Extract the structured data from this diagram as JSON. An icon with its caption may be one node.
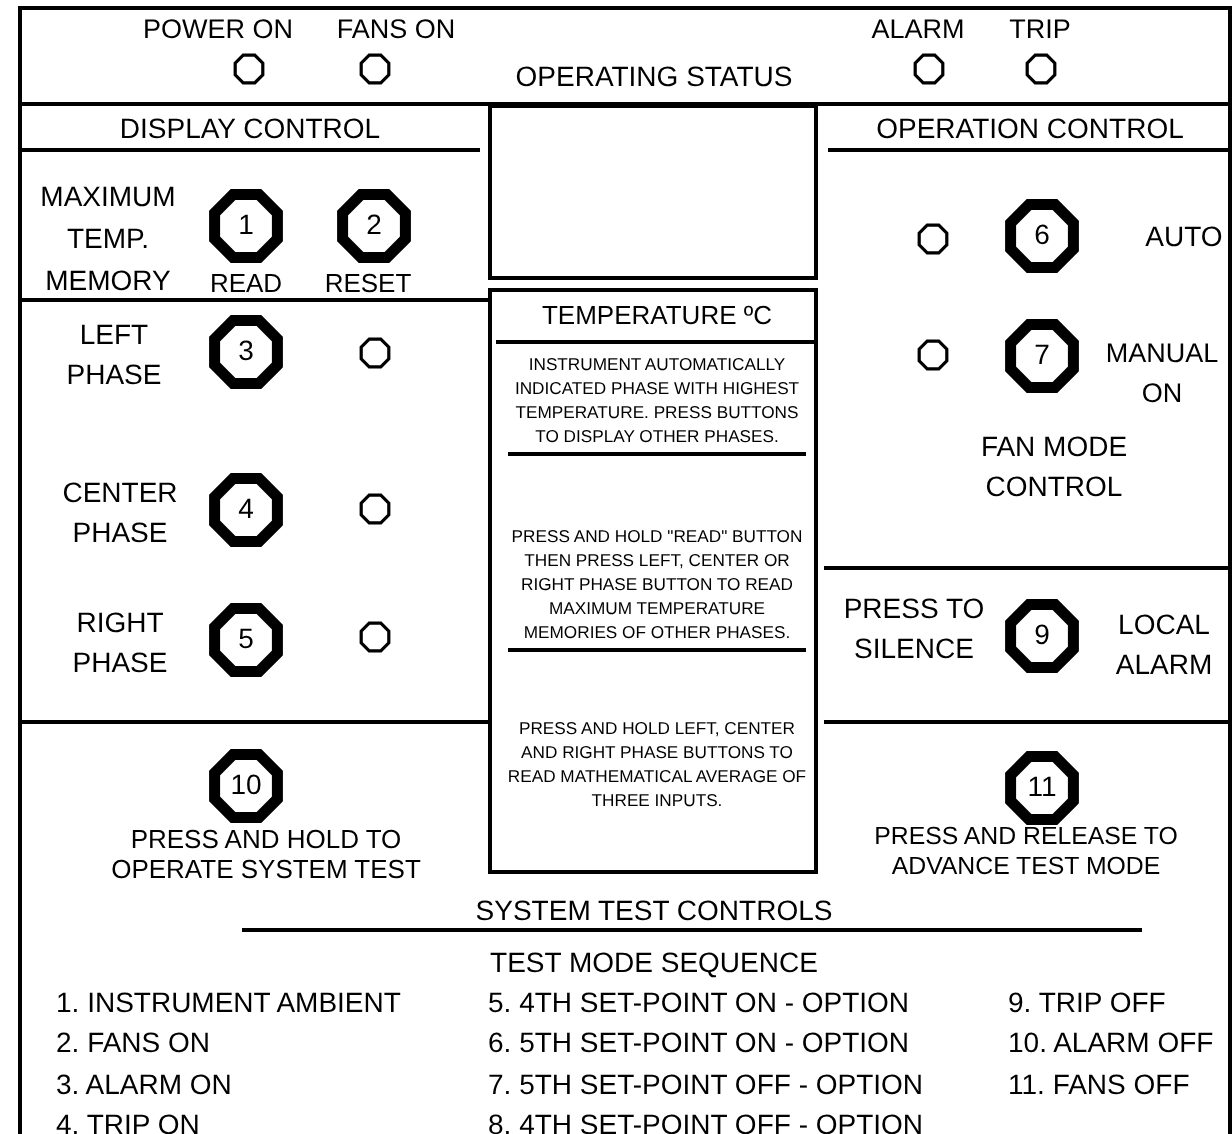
{
  "diagram": {
    "nodes": [
      {
        "text": [
          "OPERATING STATUS"
        ]
      },
      {
        "text": [],
        "shape": "octagon",
        "in": 0,
        "beside": [
          "POWER ON"
        ]
      },
      {
        "text": [],
        "shape": "octagon",
        "in": 0,
        "beside": [
          "FANS ON"
        ]
      },
      {
        "text": [],
        "shape": "octagon",
        "in": 0,
        "beside": [
          "ALARM"
        ]
      },
      {
        "text": [],
        "shape": "octagon",
        "in": 0,
        "beside": [
          "TRIP"
        ]
      },
      {
        "text": [
          "DISPLAY CONTROL"
        ]
      },
      {
        "text": [
          "1"
        ],
        "in": 5,
        "beside": [
          "READ"
        ]
      },
      {
        "text": [
          "2"
        ],
        "in": 5,
        "beside": [
          "RESET"
        ]
      },
      {
        "text": [
          "3"
        ],
        "beside": [
          "LEFT PHASE"
        ]
      },
      {
        "text": [],
        "shape": "octagon"
      },
      {
        "text": [
          "4"
        ],
        "beside": [
          "CENTER PHASE"
        ]
      },
      {
        "text": [],
        "shape": "octagon"
      },
      {
        "text": [
          "5"
        ],
        "beside": [
          "RIGHT PHASE"
        ]
      },
      {
        "text": [],
        "shape": "octagon"
      },
      {
        "text": [],
        "shape": "box"
      },
      {
        "text": [
          "TEMPERATURE ºC",
          "INSTRUMENT AUTOMATICALLY INDICATED PHASE WITH HIGHEST TEMPERATURE. PRESS BUTTONS TO DISPLAY OTHER PHASES.",
          "PRESS AND HOLD \"READ\" BUTTON THEN PRESS LEFT, CENTER OR RIGHT PHASE BUTTON TO READ MAXIMUM TEMPERATURE MEMORIES OF OTHER PHASES.",
          "PRESS AND HOLD LEFT, CENTER AND RIGHT PHASE BUTTONS TO READ MATHEMATICAL AVERAGE OF THREE INPUTS."
        ]
      },
      {
        "text": [
          "OPERATION CONTROL",
          "FAN MODE CONTROL"
        ]
      },
      {
        "text": [],
        "shape": "octagon",
        "in": 16
      },
      {
        "text": [
          "6"
        ],
        "in": 16,
        "beside": [
          "AUTO"
        ]
      },
      {
        "text": [],
        "shape": "octagon",
        "in": 16
      },
      {
        "text": [
          "7"
        ],
        "in": 16,
        "beside": [
          "MANUAL ON"
        ]
      },
      {
        "text": [
          "9"
        ],
        "beside": [
          "PRESS TO SILENCE",
          "LOCAL ALARM"
        ]
      },
      {
        "text": [
          "10"
        ],
        "beside": [
          "PRESS AND HOLD TO OPERATE SYSTEM TEST"
        ]
      },
      {
        "text": [
          "11"
        ],
        "beside": [
          "PRESS AND RELEASE TO ADVANCE TEST MODE"
        ]
      }
    ],
    "labels": [
      "MAXIMUM TEMP. MEMORY",
      "SYSTEM TEST CONTROLS",
      "TEST MODE SEQUENCE",
      "1. INSTRUMENT AMBIENT",
      "5. 4TH SET-POINT ON - OPTION",
      "9. TRIP OFF",
      "2. FANS ON",
      "6. 5TH SET-POINT ON - OPTION",
      "10. ALARM OFF",
      "3. ALARM ON",
      "7. 5TH SET-POINT OFF - OPTION",
      "11. FANS OFF",
      "4. TRIP ON",
      "8. 4TH SET-POINT OFF - OPTION"
    ]
  }
}
